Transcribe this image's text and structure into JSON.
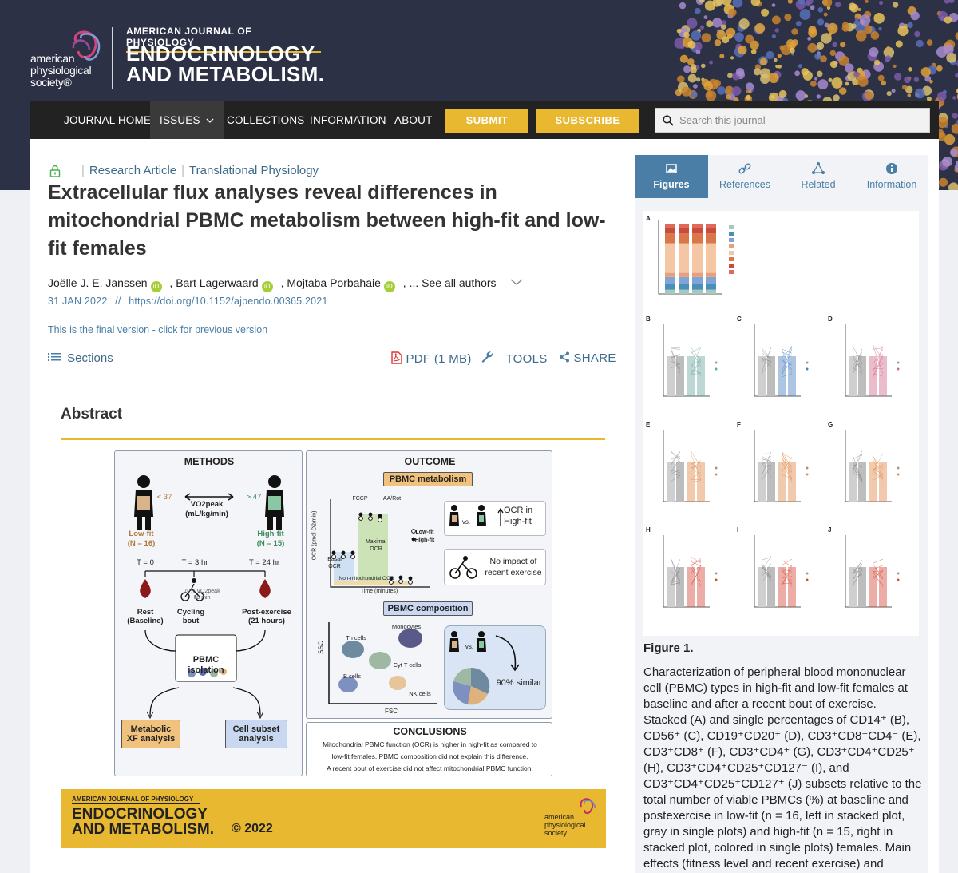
{
  "society": {
    "name_lines": [
      "american",
      "physiological",
      "society®"
    ]
  },
  "journal": {
    "superscript": "AMERICAN JOURNAL OF PHYSIOLOGY",
    "name_line1": "ENDOCRINOLOGY",
    "name_line2": "AND METABOLISM."
  },
  "nav": {
    "items": [
      "JOURNAL HOME",
      "ISSUES",
      "COLLECTIONS",
      "INFORMATION",
      "ABOUT"
    ],
    "submit": "SUBMIT",
    "subscribe": "SUBSCRIBE",
    "search_placeholder": "Search this journal"
  },
  "article": {
    "type": "Research Article",
    "category": "Translational Physiology",
    "title": "Extracellular flux analyses reveal differences in mitochondrial PBMC metabolism between high-fit and low-fit females",
    "authors": [
      "Joëlle J. E. Janssen",
      "Bart Lagerwaard",
      "Mojtaba Porbahaie"
    ],
    "see_all": ", ... See all authors",
    "date": "31 JAN 2022",
    "date_sep": "//",
    "doi": "https://doi.org/10.1152/ajpendo.00365.2021",
    "final_version": "This is the final version - click for previous version"
  },
  "toolbar": {
    "sections": "Sections",
    "pdf": "PDF (1 MB)",
    "tools": "TOOLS",
    "share": "SHARE"
  },
  "abstract": {
    "heading": "Abstract"
  },
  "graphical_abstract": {
    "methods_title": "METHODS",
    "outcome_title": "OUTCOME",
    "lt37": "< 37",
    "gt47": "> 47",
    "vo2_label": "VO2peak",
    "vo2_unit": "(mL/kg/min)",
    "low_fit": "Low-fit",
    "low_fit_n": "(N = 16)",
    "high_fit": "High-fit",
    "high_fit_n": "(N = 15)",
    "t0": "T = 0",
    "t3": "T = 3 hr",
    "t24": "T = 24 hr",
    "rest": "Rest",
    "rest_sub": "(Baseline)",
    "cycling": "Cycling",
    "cycling_sub": "bout",
    "cycling_note": "70% VO2peak",
    "cycling_min": "60 min",
    "post": "Post-exercise",
    "post_sub": "(21 hours)",
    "isolation": "PBMC",
    "isolation_sub": "isolation",
    "metabolic": "Metabolic",
    "metabolic_sub": "XF analysis",
    "subset": "Cell subset",
    "subset_sub": "analysis",
    "pbmc_metabolism": "PBMC metabolism",
    "ocr_axis": "OCR (pmol O2/min)",
    "time_axis": "Time (minutes)",
    "fccp": "FCCP",
    "aarot": "AA/Rot",
    "basal": "Basal",
    "basal_sub": "OCR",
    "maximal": "Maximal",
    "maximal_sub": "OCR",
    "non_mito": "Non-mitochondrial OCR",
    "legend_low": "Low-fit",
    "legend_high": "High-fit",
    "vs": "vs.",
    "ocr_in": "OCR in",
    "ocr_high": "High-fit",
    "no_impact": "No impact of",
    "no_impact_sub": "recent exercise",
    "pbmc_composition": "PBMC composition",
    "th": "Th cells",
    "mono": "Monocytes",
    "cyt": "Cyt T cells",
    "bcells": "B cells",
    "nk": "NK cells",
    "ssc": "SSC",
    "fsc": "FSC",
    "similar": "90% similar",
    "conclusions_title": "CONCLUSIONS",
    "conclusion_lines": [
      "Mitochondrial PBMC function (OCR) is higher in high-fit as compared to",
      "low-fit females. PBMC composition did not explain this difference.",
      "A recent bout of exercise did not affect mitochondrial PBMC function."
    ],
    "footer_sup": "AMERICAN JOURNAL OF PHYSIOLOGY",
    "footer_name1": "ENDOCRINOLOGY",
    "footer_name2": "AND METABOLISM.",
    "footer_year": "© 2022",
    "footer_society": [
      "american",
      "physiological",
      "society"
    ]
  },
  "sidebar": {
    "tabs": [
      "Figures",
      "References",
      "Related",
      "Information"
    ],
    "figure_label": "Figure 1.",
    "caption": "Characterization of peripheral blood mononuclear cell (PBMC) types in high-fit and low-fit females at baseline and after a recent bout of exercise. Stacked (A) and single percentages of CD14⁺ (B), CD56⁺ (C), CD19⁺CD20⁺ (D), CD3⁺CD8⁻CD4⁻ (E), CD3⁺CD8⁺ (F), CD3⁺CD4⁺ (G), CD3⁺CD4⁺CD25⁺ (H), CD3⁺CD4⁺CD25⁺CD127⁻ (I), and CD3⁺CD4⁺CD25⁺CD127⁺ (J) subsets relative to the total number of viable PBMCs (%) at baseline and postexercise in low-fit (n = 16, left in stacked plot, gray in single plots) and high-fit (n = 15, right in stacked plot, colored in single plots) females. Main effects (fitness level and recent exercise) and",
    "panel_letters": [
      "A",
      "B",
      "C",
      "D",
      "E",
      "F",
      "G",
      "H",
      "I",
      "J"
    ]
  },
  "colors": {
    "header": "#2c3146",
    "accent": "#e9b831",
    "link": "#4a7ea6",
    "nav": "#222222"
  }
}
